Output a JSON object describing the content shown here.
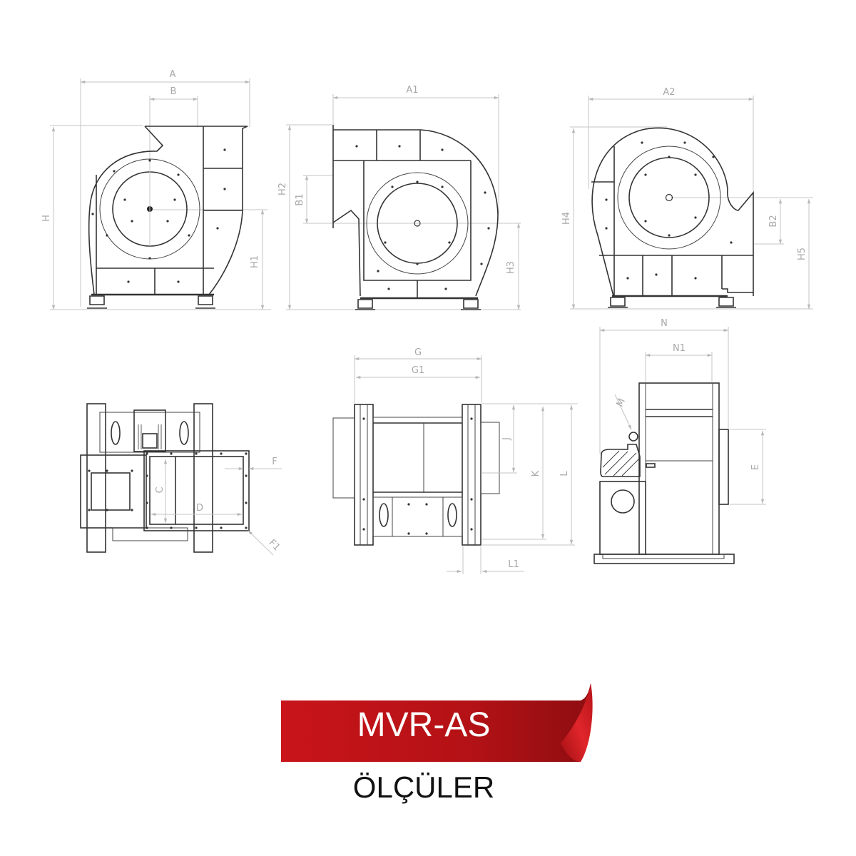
{
  "title": {
    "product_code": "MVR-AS",
    "subtitle": "ÖLÇÜLER"
  },
  "colors": {
    "banner_red": "#c8141a",
    "banner_dark": "#8e0d10",
    "dimension_gray": "#a8a8a8",
    "outline": "#333333"
  },
  "views": {
    "front_left": {
      "labels": {
        "width": "A",
        "outlet_width": "B",
        "height": "H",
        "axis_height": "H1"
      }
    },
    "front_middle": {
      "labels": {
        "width": "A1",
        "outlet_height": "B1",
        "height": "H2",
        "axis_height": "H3"
      }
    },
    "front_right": {
      "labels": {
        "width": "A2",
        "outlet_height": "B2",
        "height": "H4",
        "axis_height": "H5"
      }
    },
    "top_view": {
      "labels": {
        "flange_height": "C",
        "flange_width": "D",
        "flange_margin": "F",
        "hole_diameter": "F1"
      }
    },
    "side_view_middle": {
      "labels": {
        "overall_width": "G",
        "frame_width": "G1",
        "inlet_height": "J",
        "frame_height": "K",
        "overall_height": "L",
        "flange_offset": "L1"
      }
    },
    "side_view_right": {
      "labels": {
        "overall_depth": "N",
        "casing_depth": "N1",
        "motor_mount": "M",
        "inlet_size": "E"
      }
    }
  }
}
